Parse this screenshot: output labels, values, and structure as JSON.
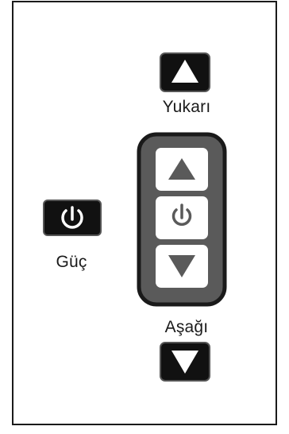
{
  "labels": {
    "up": "Yukarı",
    "power": "Güç",
    "down": "Aşağı"
  },
  "icons": {
    "up_button": "triangle-up-icon",
    "down_button": "triangle-down-icon",
    "power_button": "power-icon",
    "remote": "remote-control"
  },
  "colors": {
    "button_fill": "#111111",
    "button_border": "#555555",
    "remote_body": "#5a5a5a",
    "remote_outline": "#1a1a1a",
    "remote_key": "#ffffff",
    "frame": "#1a1a1a"
  }
}
